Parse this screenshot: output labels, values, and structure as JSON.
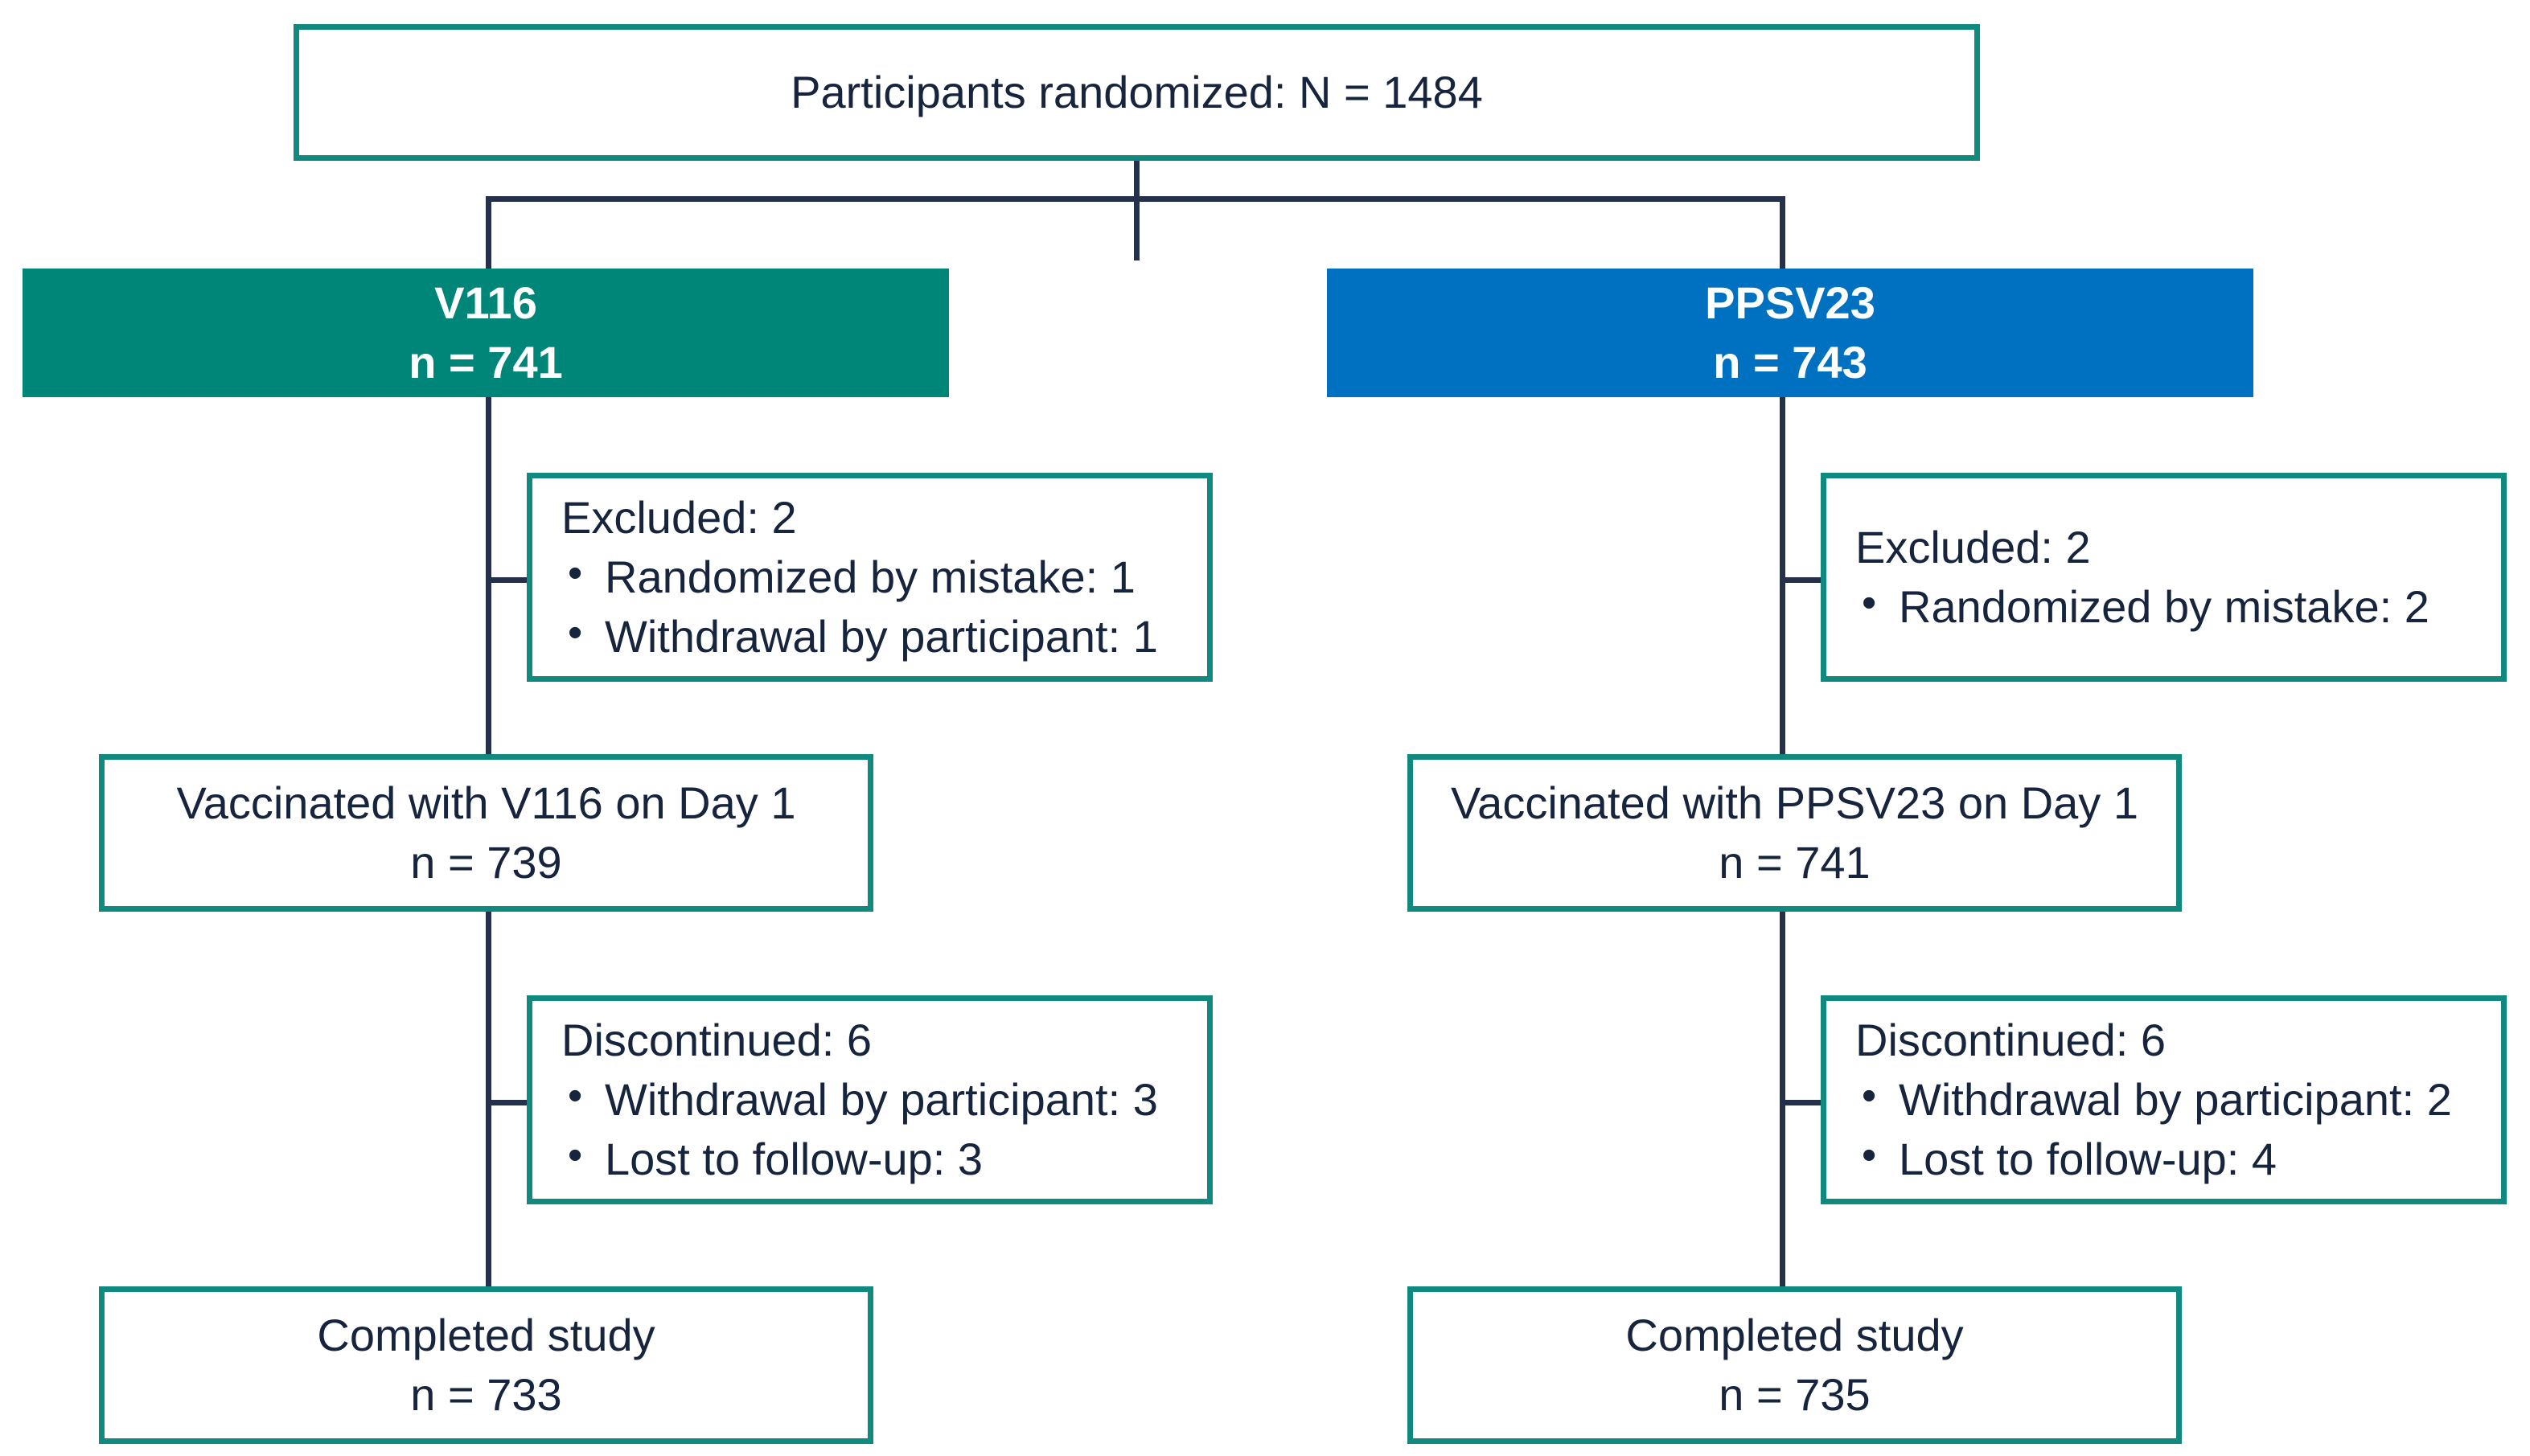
{
  "flowchart": {
    "title_box": {
      "label": "Participants randomized: N = 1484"
    },
    "arms": [
      {
        "id": "v116",
        "name": "V116",
        "count": "n = 741",
        "color": "#008579",
        "excluded": {
          "heading": "Excluded: 2",
          "items": [
            "Randomized by mistake: 1",
            "Withdrawal by participant: 1"
          ]
        },
        "vaccinated": {
          "label": "Vaccinated with V116 on Day 1",
          "count": "n = 739"
        },
        "discontinued": {
          "heading": "Discontinued: 6",
          "items": [
            "Withdrawal by participant: 3",
            "Lost to follow-up: 3"
          ]
        },
        "completed": {
          "label": "Completed study",
          "count": "n = 733"
        }
      },
      {
        "id": "ppsv23",
        "name": "PPSV23",
        "count": "n = 743",
        "color": "#0070C0",
        "excluded": {
          "heading": "Excluded: 2",
          "items": [
            "Randomized by mistake: 2"
          ]
        },
        "vaccinated": {
          "label": "Vaccinated with PPSV23 on Day 1",
          "count": "n = 741"
        },
        "discontinued": {
          "heading": "Discontinued: 6",
          "items": [
            "Withdrawal by participant: 2",
            "Lost to follow-up: 4"
          ]
        },
        "completed": {
          "label": "Completed study",
          "count": "n = 735"
        }
      }
    ],
    "colors": {
      "box_border": "#108A7E",
      "connector": "#25304B",
      "text": "#16243D",
      "arm_teal": "#008579",
      "arm_blue": "#0070C0",
      "background": "#FFFFFF"
    }
  }
}
